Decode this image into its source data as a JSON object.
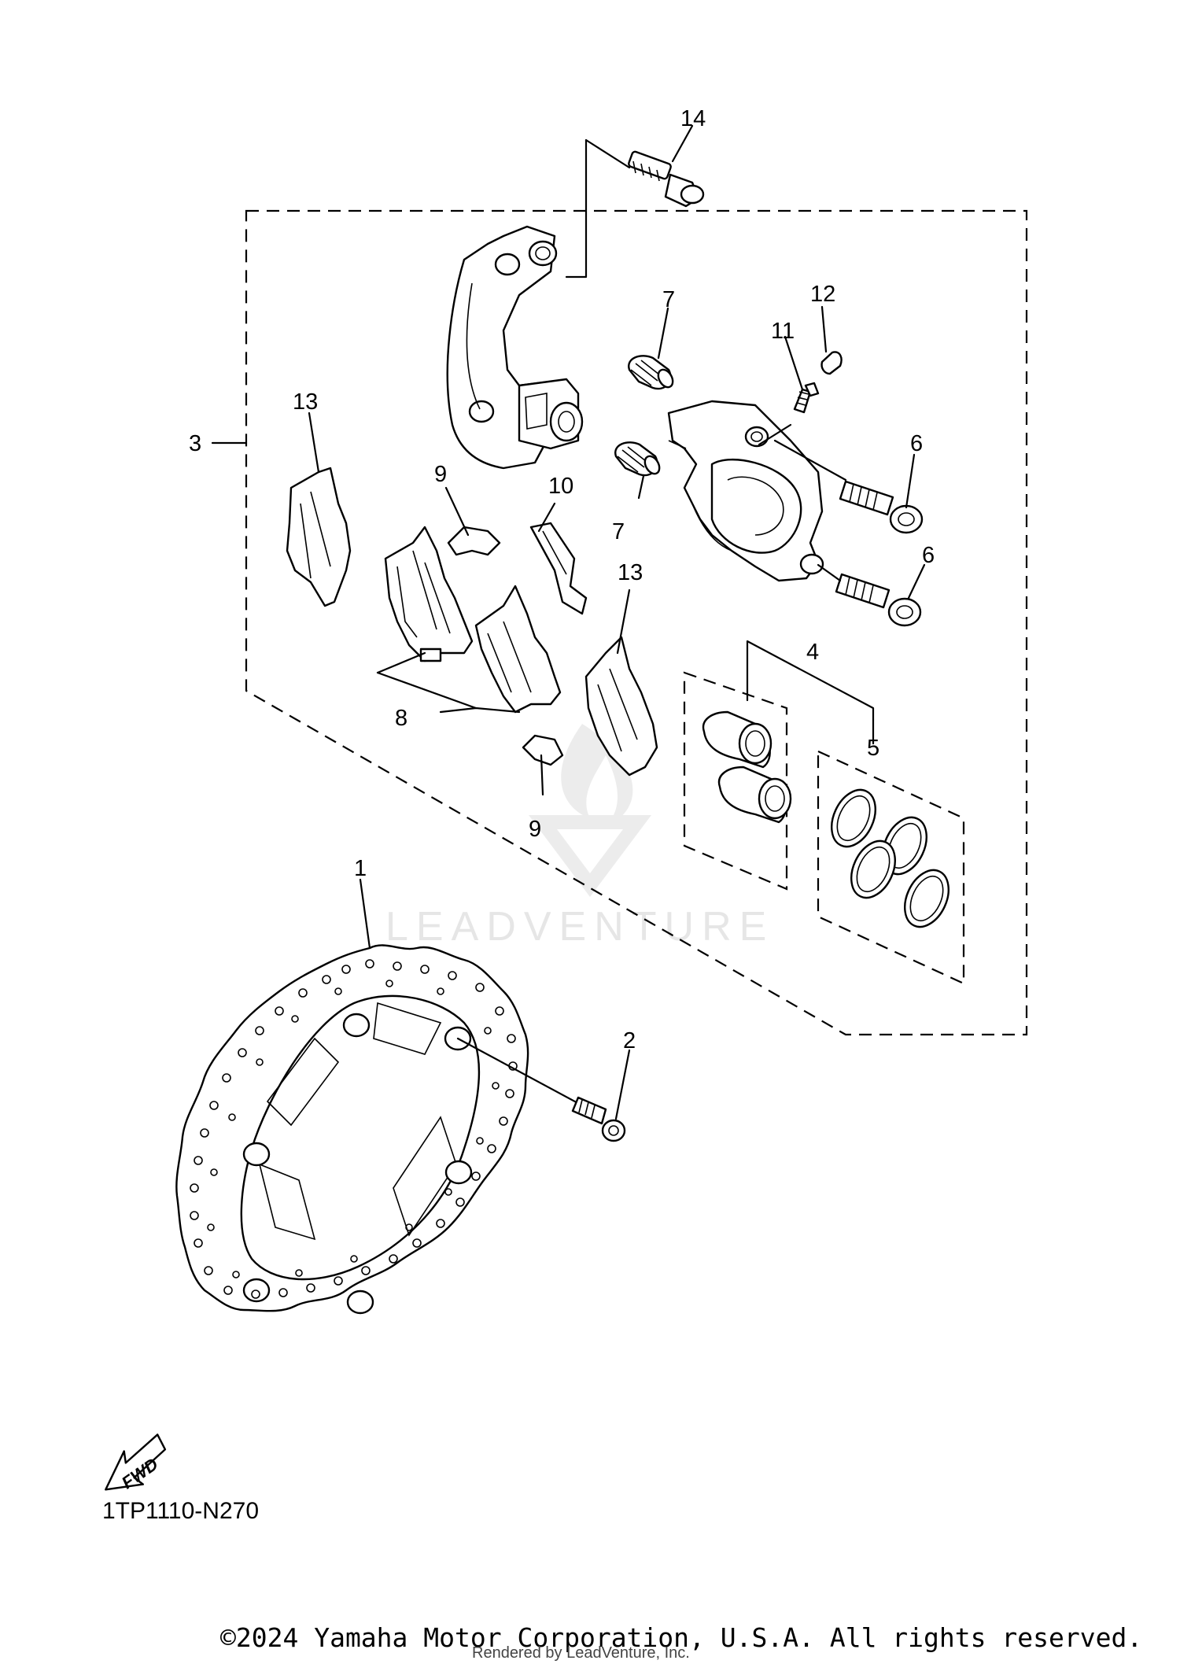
{
  "callouts": [
    "14",
    "12",
    "7",
    "11",
    "3",
    "13",
    "9",
    "10",
    "6",
    "7",
    "6",
    "13",
    "8",
    "4",
    "5",
    "9",
    "1",
    "2"
  ],
  "diagram_code": "1TP1110-N270",
  "fwd_label": "FWD",
  "watermark_text": "LEADVENTURE",
  "copyright": "©2024 Yamaha Motor Corporation, U.S.A. All rights reserved.",
  "rendered_by": "Rendered by LeadVenture, Inc."
}
